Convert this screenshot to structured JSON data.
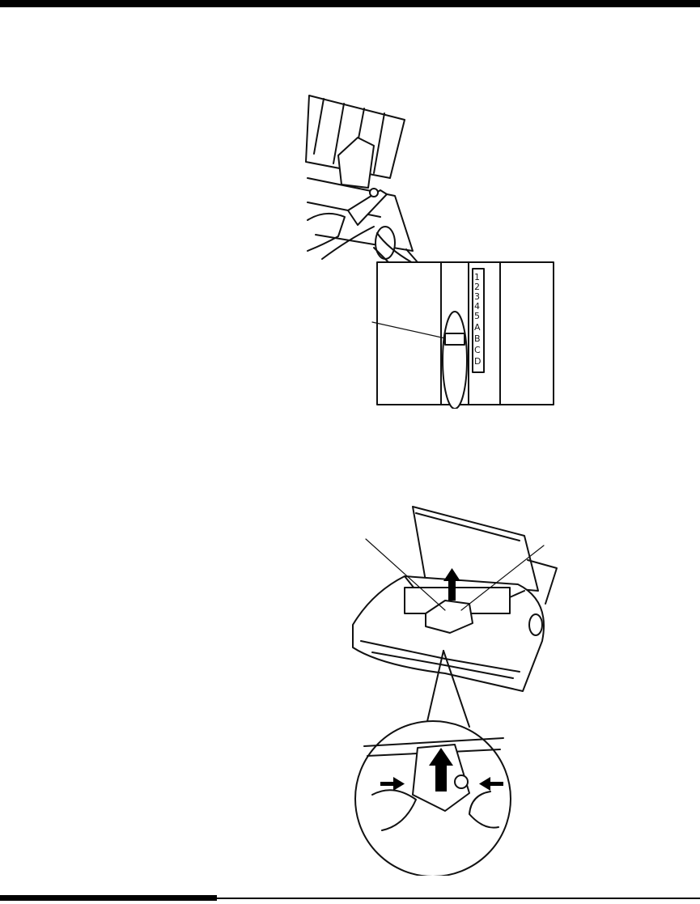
{
  "page": {
    "figure_top": {
      "name": "printer-paper-lever-illustration",
      "scale_marks": [
        "1",
        "2",
        "3",
        "4",
        "5",
        "A",
        "B",
        "C",
        "D"
      ]
    },
    "figure_bottom": {
      "name": "printer-print-head-removal-illustration"
    }
  }
}
